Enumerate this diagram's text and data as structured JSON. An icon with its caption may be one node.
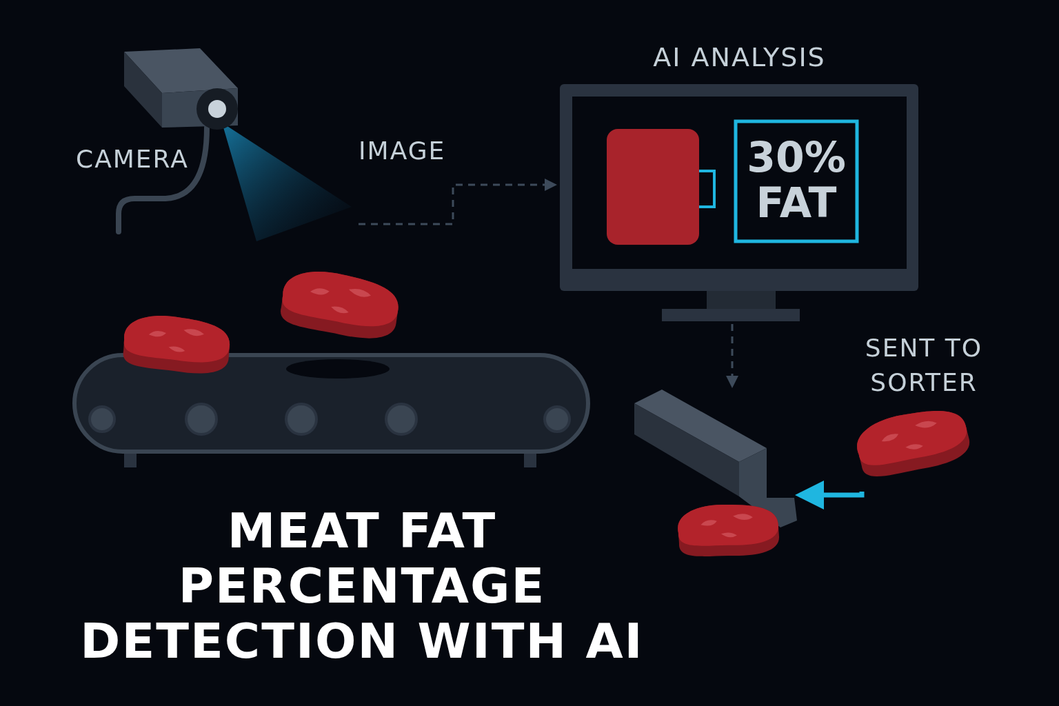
{
  "diagram": {
    "title": "MEAT FAT PERCENTAGE DETECTION WITH AI",
    "nodes": [
      {
        "text": [
          "CAMERA"
        ]
      },
      {
        "text": [
          "AI ANALYSIS"
        ]
      },
      {
        "text": [],
        "shape": "box",
        "in": 1
      },
      {
        "text": [
          "30% FAT"
        ],
        "in": 1
      },
      {
        "text": [],
        "shape": "picture"
      },
      {
        "text": [],
        "shape": "picture"
      },
      {
        "text": [],
        "shape": "picture"
      }
    ],
    "edges": [
      {
        "from": 0,
        "to": 1,
        "arrow": "to",
        "style": "dashed",
        "label": "IMAGE"
      },
      {
        "from": 1,
        "to": 5,
        "arrow": "to",
        "style": "dashed"
      },
      {
        "from": 6,
        "to": 5,
        "arrow": "to",
        "style": "thick",
        "color": "#1fb6e0"
      }
    ],
    "labels": [
      "SENT TO SORTER"
    ]
  }
}
